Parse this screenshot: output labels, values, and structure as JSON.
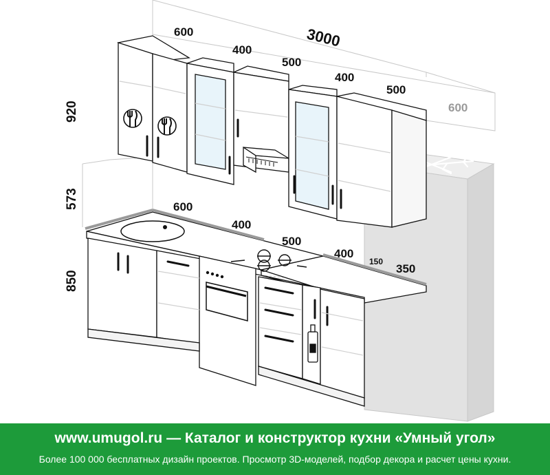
{
  "dimensions": {
    "total_width": "3000",
    "upper_widths": [
      "600",
      "400",
      "500",
      "400",
      "500"
    ],
    "fridge_depth": "600",
    "heights": [
      "920",
      "573",
      "850"
    ],
    "worktop_widths": [
      "600",
      "400",
      "500",
      "400"
    ],
    "gap_150": "150",
    "gap_350": "350"
  },
  "banner": {
    "title": "www.umugol.ru  —  Каталог и конструктор кухни «Умный угол»",
    "subtitle": "Более 100 000 бесплатных дизайн проектов. Просмотр 3D-моделей, подбор декора и расчет цены кухни."
  },
  "colors": {
    "banner_bg": "#1d9b3a",
    "wall_line": "#c8c8c8",
    "fridge_fill": "#e4e4e4",
    "countertop_edge": "#9a9a9a"
  }
}
